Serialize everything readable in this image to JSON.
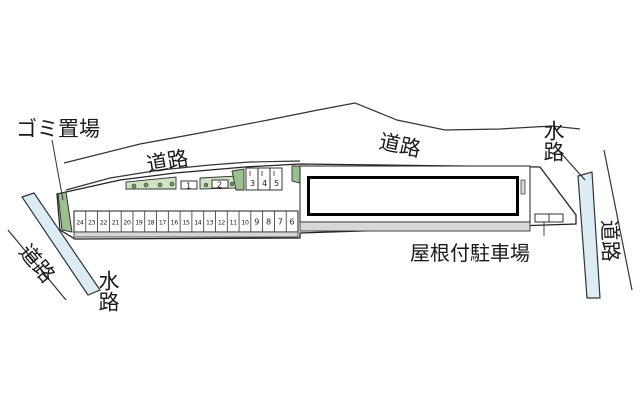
{
  "labels": {
    "garbage": "ゴミ置場",
    "road_top_left": "道路",
    "road_top_right": "道路",
    "road_left": "道路",
    "road_right": "道路",
    "waterway_left": "水路",
    "waterway_right": "水路",
    "roofed_parking": "屋根付駐車場"
  },
  "parking_row": [
    "24",
    "23",
    "22",
    "21",
    "20",
    "19",
    "18",
    "17",
    "16",
    "15",
    "14",
    "13",
    "12",
    "11",
    "10",
    "9",
    "8",
    "7",
    "6"
  ],
  "parking_upper": [
    "3",
    "4",
    "5"
  ],
  "bike_spots": [
    "1",
    "2"
  ],
  "colors": {
    "green": "#9bbf8f",
    "light_green": "#cfe2c3",
    "gray": "#d7d7d7",
    "building": "#000000",
    "water": "#dcecf5",
    "line": "#333333"
  }
}
